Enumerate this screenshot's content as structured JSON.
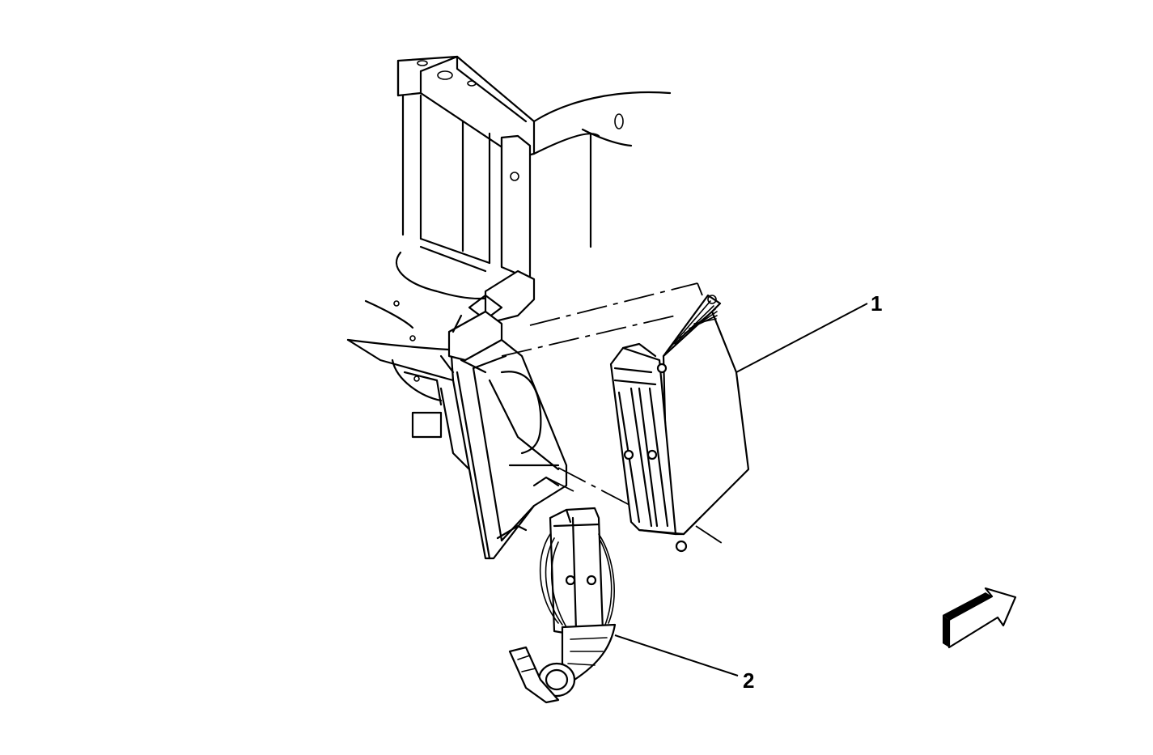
{
  "diagram": {
    "callouts": [
      {
        "id": "1",
        "label": "1"
      },
      {
        "id": "2",
        "label": "2"
      }
    ],
    "icons": {
      "forward": "front-direction-arrow-icon"
    },
    "colors": {
      "line": "#000000",
      "background": "#ffffff"
    }
  }
}
